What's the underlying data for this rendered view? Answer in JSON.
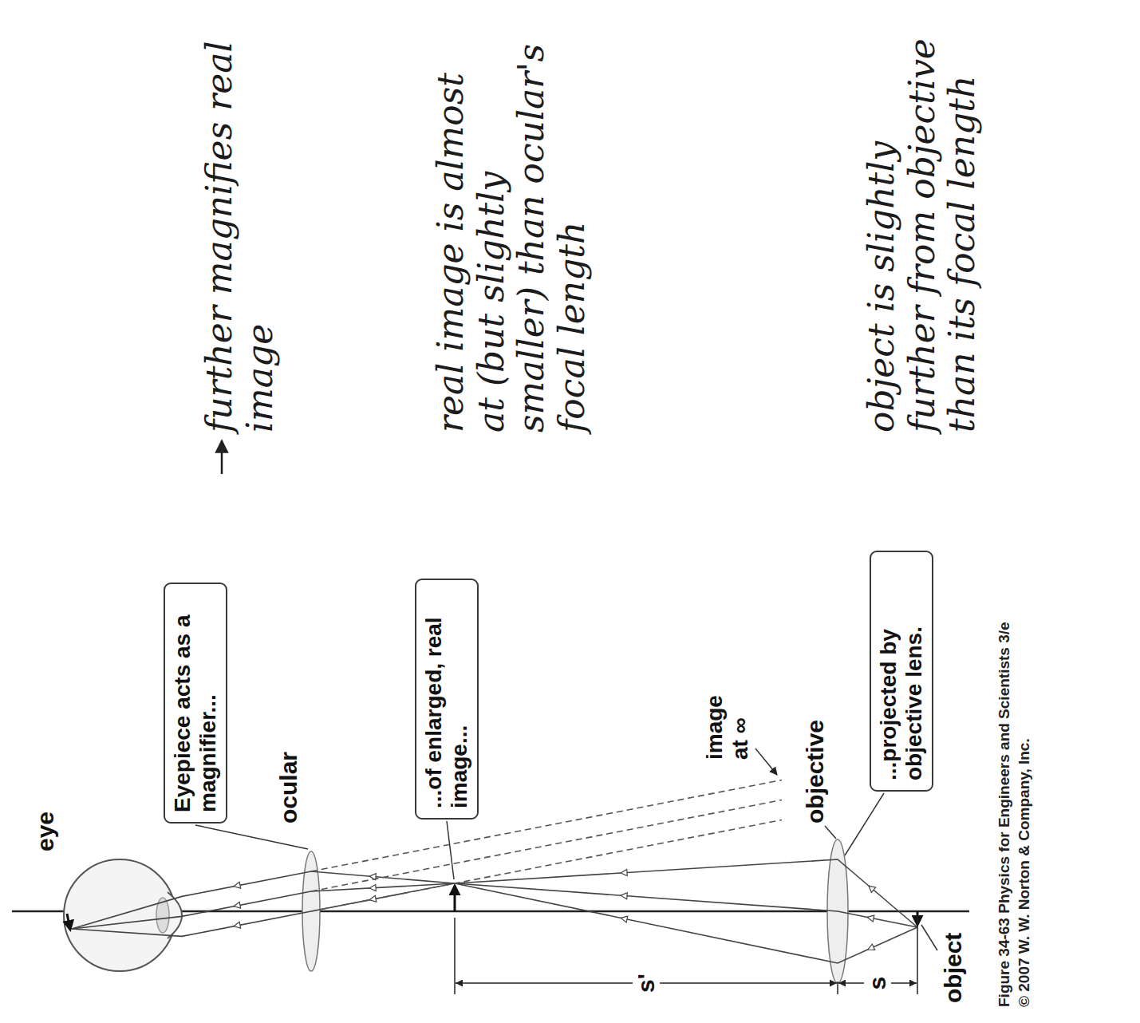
{
  "diagram": {
    "nodes": [
      {
        "text": [
          "Eyepiece acts as a magnifier..."
        ]
      },
      {
        "text": [
          "...of enlarged, real image..."
        ]
      },
      {
        "text": [
          "...projected by objective lens."
        ]
      }
    ],
    "labels": [
      "eye",
      "ocular",
      "image at ∞",
      "objective",
      "object",
      "s'",
      "s",
      "Figure 34-63 Physics for Engineers and Scientists 3/e",
      "© 2007 W. W. Norton & Company, Inc.",
      "further magnifies real image",
      "real image is almost at (but slightly smaller) than ocular's focal length",
      "object is slightly further from objective than its focal length"
    ]
  }
}
